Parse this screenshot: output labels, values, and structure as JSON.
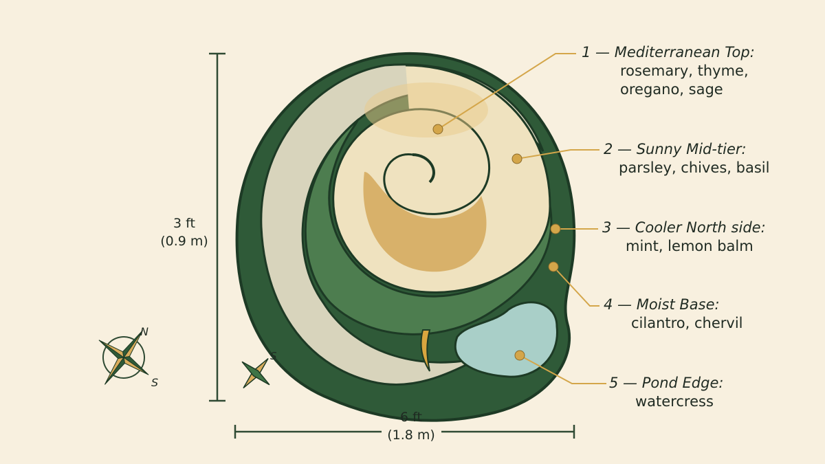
{
  "colors": {
    "background": "#f8f0df",
    "dark_green": "#2f5a38",
    "mid_green": "#3f7446",
    "stone_light": "#e3dcc4",
    "ochre": "#d9ac5c",
    "water": "#a9cfc8",
    "leader": "#d4a64a",
    "ink": "#1f2a22"
  },
  "zones": [
    {
      "title": "1 — Mediterranean Top:",
      "lines": [
        "rosemary, thyme,",
        "oregano, sage"
      ]
    },
    {
      "title": "2 — Sunny Mid-tier:",
      "lines": [
        "parsley, chives, basil"
      ]
    },
    {
      "title": "3 — Cooler North side:",
      "lines": [
        "mint, lemon balm"
      ]
    },
    {
      "title": "4 — Moist Base:",
      "lines": [
        "cilantro, chervil"
      ]
    },
    {
      "title": "5 — Pond Edge:",
      "lines": [
        "watercress"
      ]
    }
  ],
  "dimensions": {
    "height": {
      "value": "3 ft",
      "metric": "(0.9 m)"
    },
    "width": {
      "value": "6 ft",
      "metric": "(1.8 m)"
    }
  },
  "compass": {
    "north": "N",
    "south": "S",
    "small_south": "S"
  }
}
